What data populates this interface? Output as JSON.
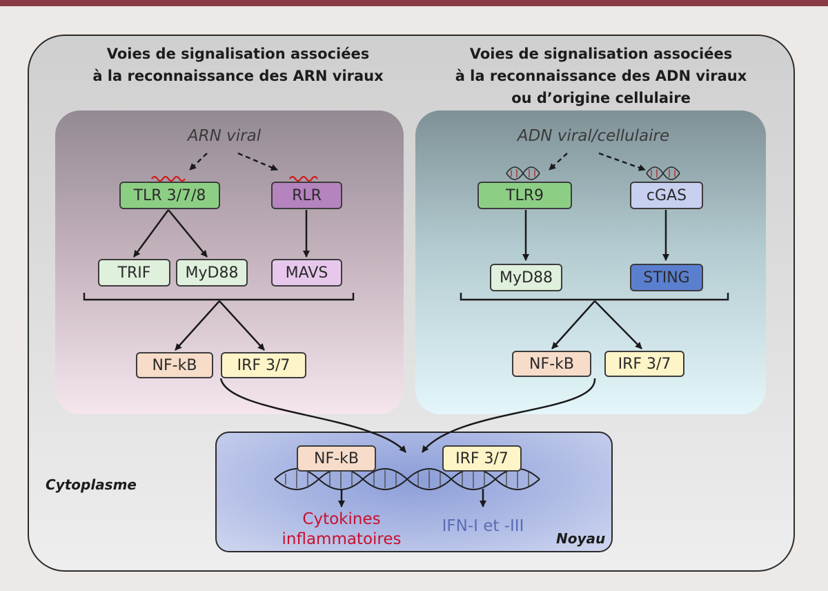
{
  "titles": {
    "left": [
      "Voies de signalisation associées",
      "à la reconnaissance des ARN viraux"
    ],
    "right": [
      "Voies de signalisation associées",
      "à la reconnaissance des ADN viraux",
      "ou d’origine cellulaire"
    ]
  },
  "left_panel": {
    "ligand": "ARN viral",
    "tlr": "TLR 3/7/8",
    "rlr": "RLR",
    "trif": "TRIF",
    "myd88": "MyD88",
    "mavs": "MAVS",
    "nfkb": "NF-kB",
    "irf": "IRF 3/7"
  },
  "right_panel": {
    "ligand": "ADN viral/cellulaire",
    "tlr9": "TLR9",
    "cgas": "cGAS",
    "myd88": "MyD88",
    "sting": "STING",
    "nfkb": "NF-kB",
    "irf": "IRF 3/7"
  },
  "nucleus": {
    "nfkb": "NF-kB",
    "irf": "IRF 3/7",
    "cytokines": [
      "Cytokines",
      "inflammatoires"
    ],
    "ifn": "IFN-I et -III",
    "label": "Noyau"
  },
  "cytoplasm_label": "Cytoplasme",
  "colors": {
    "top_bar": "#8a3a44",
    "tlr_green": "#8ccf84",
    "green_light": "#dff0dc",
    "rlr_purple": "#b583bd",
    "mavs_purple": "#e7c8ec",
    "cgas_blue": "#c7d0ef",
    "sting_blue": "#5b7fcf",
    "nfkb_peach": "#f6dcc9",
    "irf_yellow": "#fdf4c8",
    "cytokines_red": "#c8102e",
    "ifn_blue": "#5a6cb5",
    "rna_red": "#d01a1a"
  }
}
